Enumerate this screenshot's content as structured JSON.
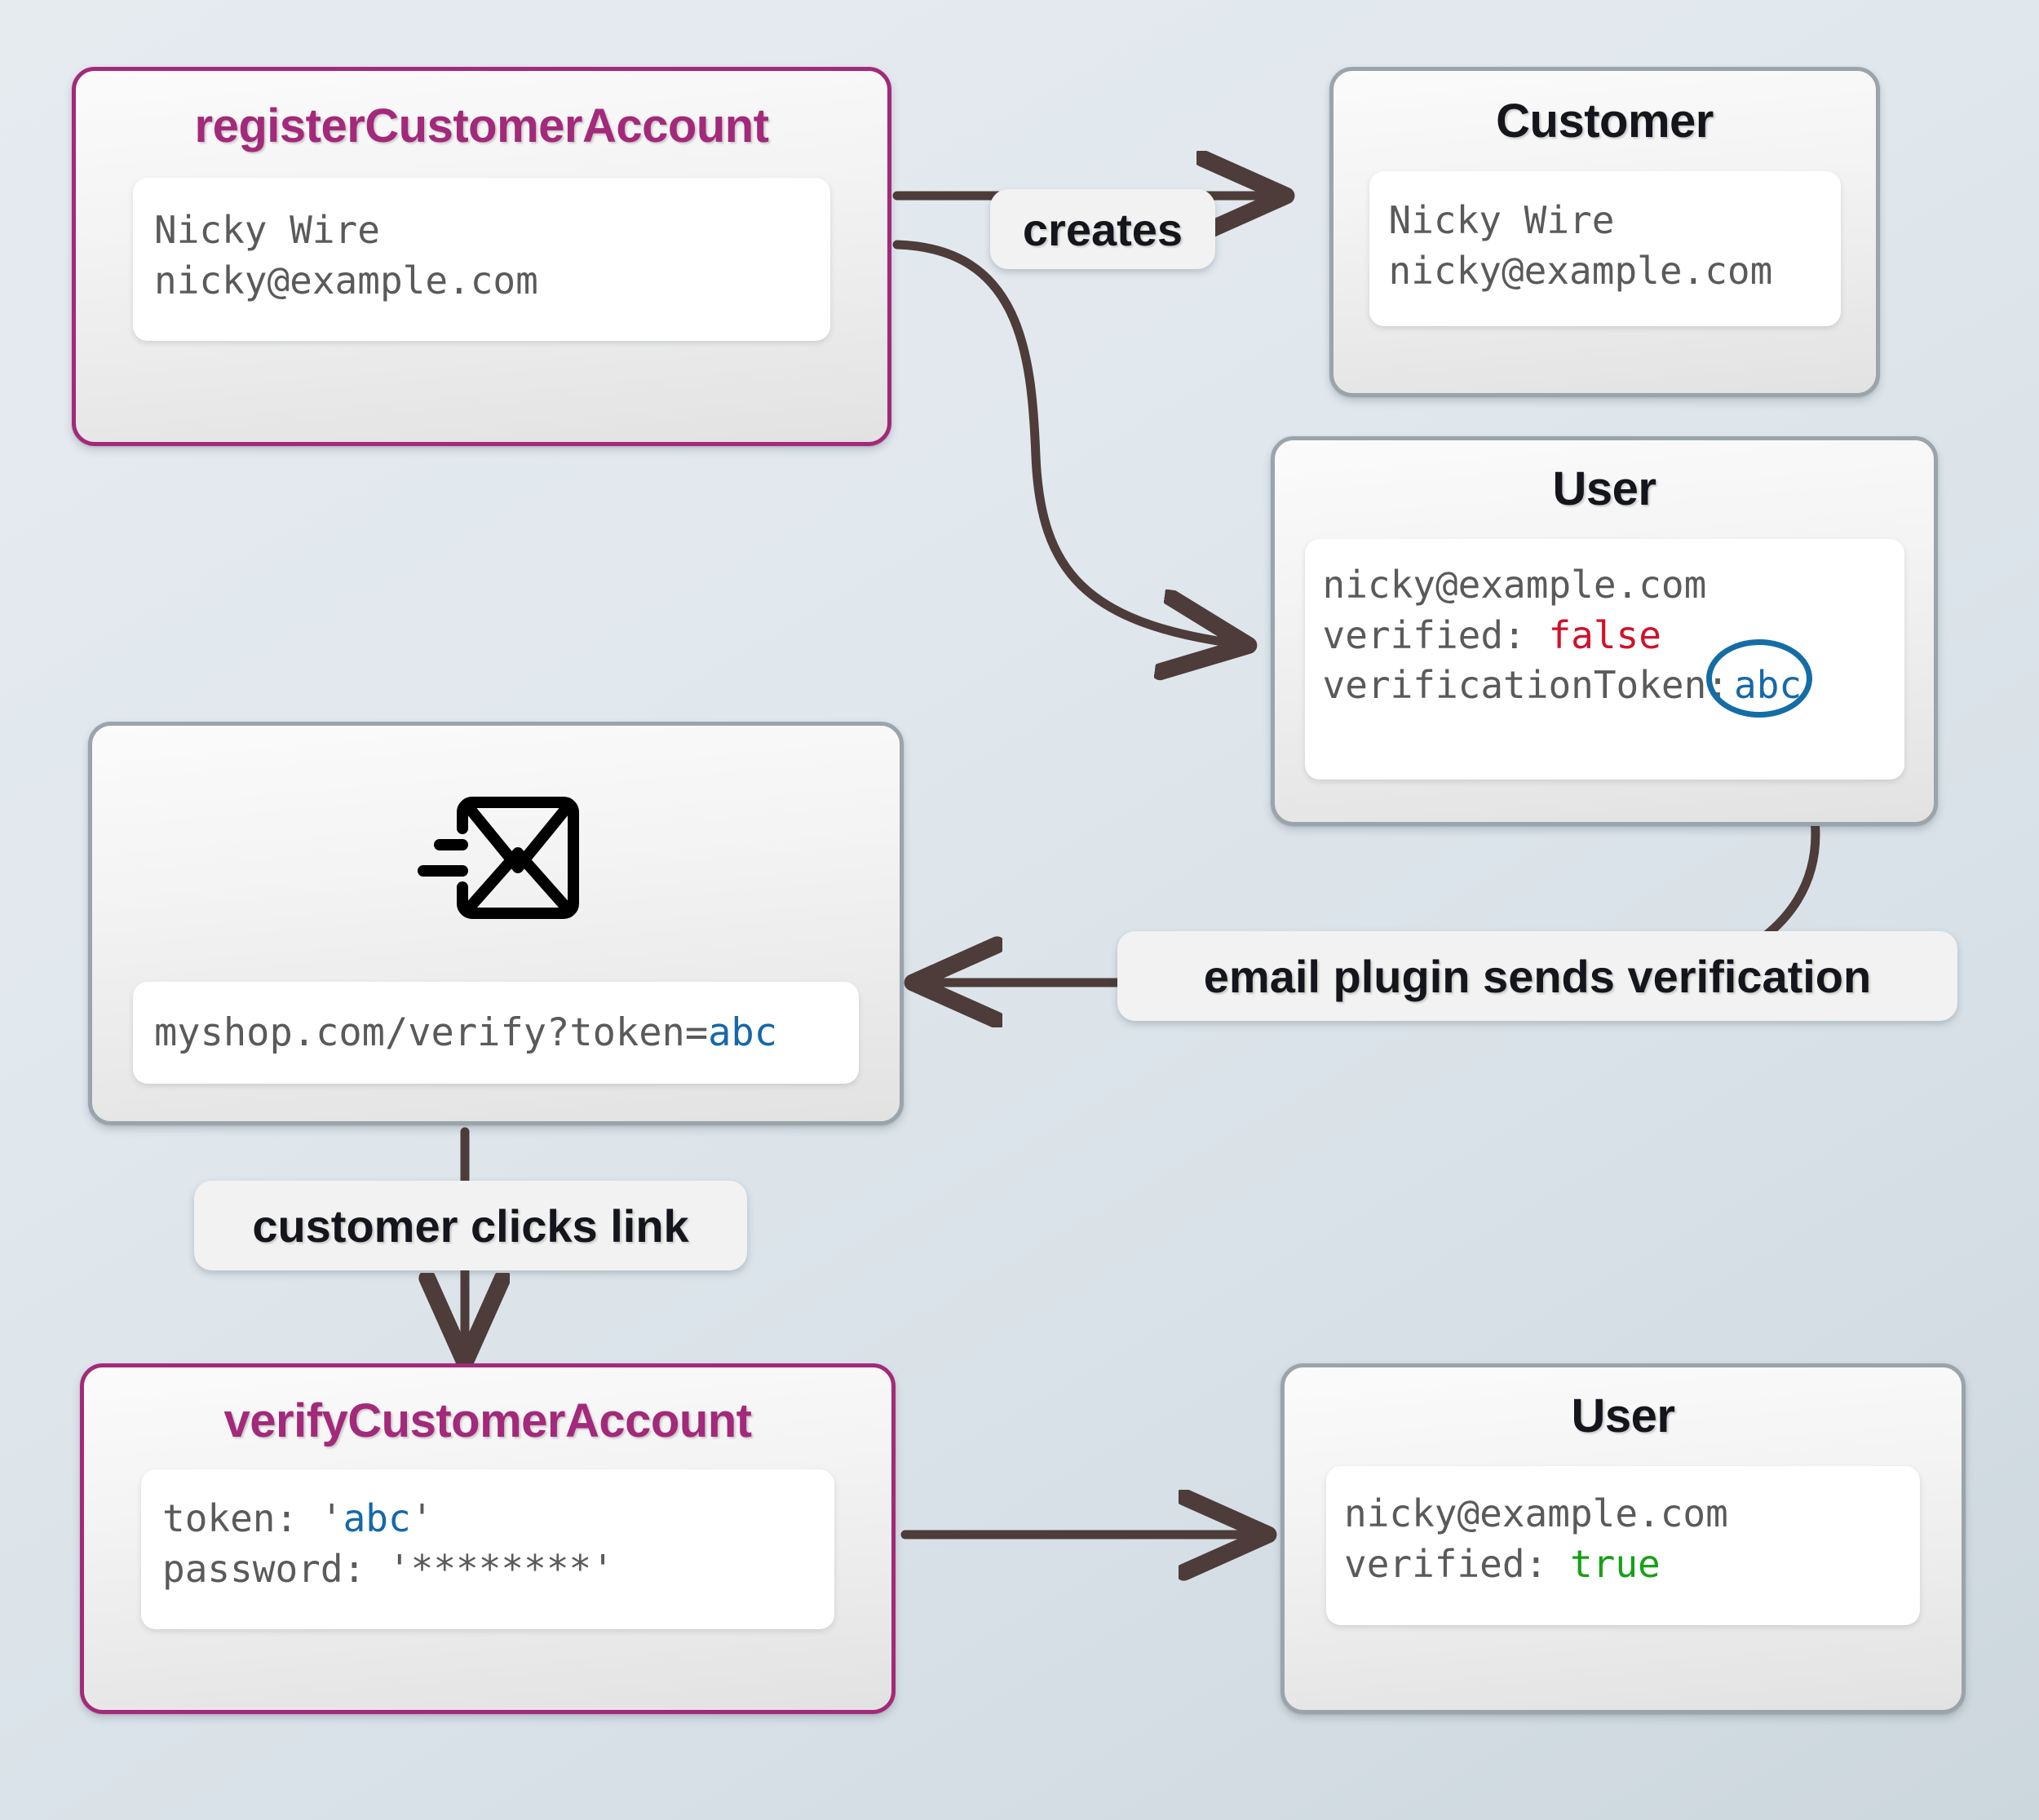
{
  "diagram": {
    "title_colors": {
      "accent": "#a3297a",
      "neutral": "#14161c"
    },
    "value_colors": {
      "false": "#d0112b",
      "true": "#17a017",
      "token": "#1668a8"
    },
    "edge_color": "#4d3c39"
  },
  "nodes": {
    "register_command": {
      "title": "registerCustomerAccount",
      "lines": [
        "Nicky Wire",
        "nicky@example.com"
      ]
    },
    "customer_entity": {
      "title": "Customer",
      "lines": [
        "Nicky Wire",
        "nicky@example.com"
      ]
    },
    "user_unverified": {
      "title": "User",
      "email": "nicky@example.com",
      "verified_key": "verified: ",
      "verified_value": "false",
      "token_key": "verificationToken:",
      "token_value": "abc"
    },
    "email_message": {
      "icon": "send-email-icon",
      "link_prefix": "myshop.com/verify?token=",
      "link_token": "abc"
    },
    "verify_command": {
      "title": "verifyCustomerAccount",
      "token_key": "token: ",
      "token_open_quote": "'",
      "token_value": "abc",
      "token_close_quote": "'",
      "password_key": "password: ",
      "password_value": "'********'"
    },
    "user_verified": {
      "title": "User",
      "email": "nicky@example.com",
      "verified_key": "verified: ",
      "verified_value": "true"
    }
  },
  "edges": {
    "creates": "creates",
    "email_plugin": "email plugin sends verification",
    "clicks_link": "customer clicks link"
  }
}
